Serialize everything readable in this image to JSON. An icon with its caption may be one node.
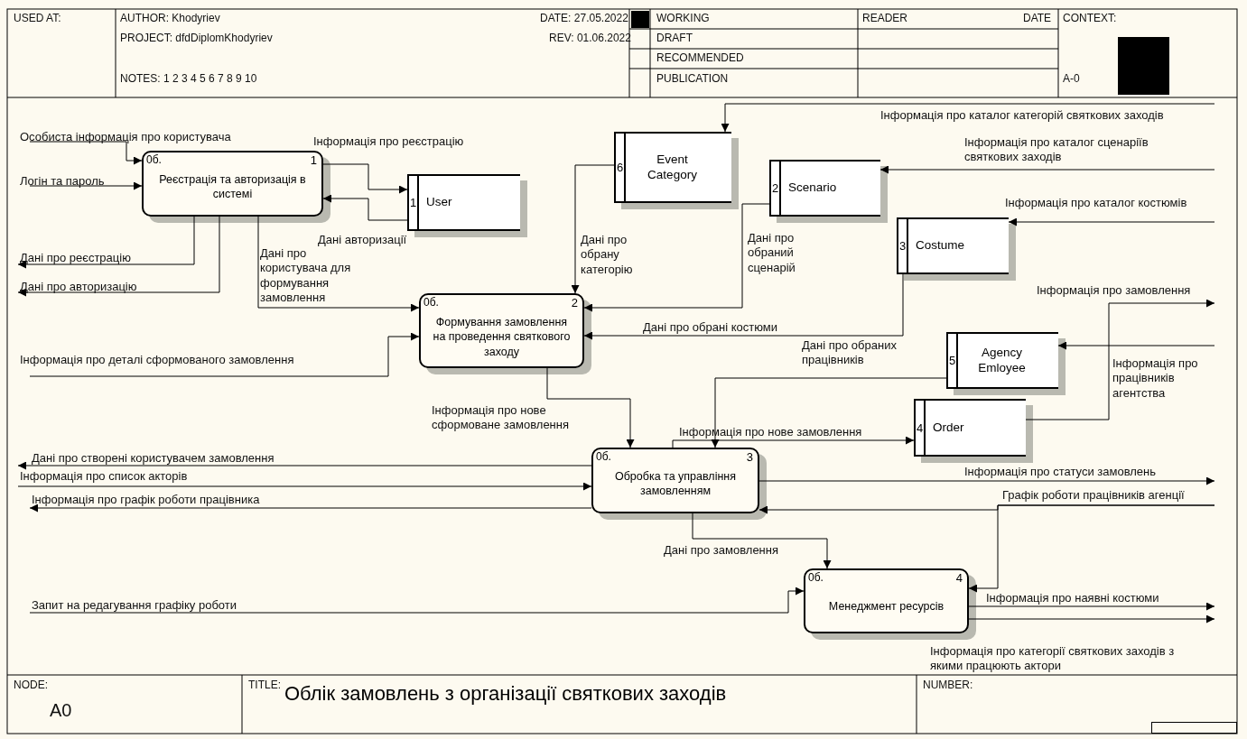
{
  "diagram": {
    "title": "Облік замовлень з організації святкових заходів",
    "nodes": [
      {
        "text": [
          "0б.",
          "1",
          "Реєстрація та авторизація в системі"
        ]
      },
      {
        "text": [
          "1",
          "User"
        ]
      },
      {
        "text": [
          "6",
          "Event Category"
        ]
      },
      {
        "text": [
          "2",
          "Scenario"
        ]
      },
      {
        "text": [
          "3",
          "Costume"
        ]
      },
      {
        "text": [
          "0б.",
          "2",
          "Формування замовлення на проведення святкового заходу"
        ]
      },
      {
        "text": [
          "5",
          "Agency Emloyee"
        ]
      },
      {
        "text": [
          "4",
          "Order"
        ]
      },
      {
        "text": [
          "0б.",
          "3",
          "Обробка та управління замовленням"
        ]
      },
      {
        "text": [
          "0б.",
          "4",
          "Менеджмент ресурсів"
        ]
      }
    ],
    "edges": [
      {
        "from": null,
        "to": 0,
        "arrow": "to",
        "label": "Особиста інформація про користувача"
      },
      {
        "from": null,
        "to": 0,
        "arrow": "to",
        "label": "Логін та пароль"
      },
      {
        "from": 0,
        "to": null,
        "arrow": "to",
        "label": "Дані про реєстрацію"
      },
      {
        "from": 0,
        "to": null,
        "arrow": "to",
        "label": "Дані про авторизацію"
      },
      {
        "from": 0,
        "to": 1,
        "arrow": "to",
        "label": "Інформація про реєстрацію"
      },
      {
        "from": 1,
        "to": 0,
        "arrow": "to",
        "label": "Дані авторизації"
      },
      {
        "from": 0,
        "to": 5,
        "arrow": "to",
        "label": "Дані про користувача для формування замовлення"
      },
      {
        "from": null,
        "to": 2,
        "arrow": "to",
        "label": "Інформація про каталог категорій святкових заходів"
      },
      {
        "from": 2,
        "to": 5,
        "arrow": "to",
        "label": "Дані про обрану категорію"
      },
      {
        "from": null,
        "to": 3,
        "arrow": "to",
        "label": "Інформація про каталог сценаріїв святкових заходів"
      },
      {
        "from": 3,
        "to": 5,
        "arrow": "to",
        "label": "Дані про обраний сценарій"
      },
      {
        "from": null,
        "to": 4,
        "arrow": "to",
        "label": "Інформація про каталог костюмів"
      },
      {
        "from": 4,
        "to": 5,
        "arrow": "to",
        "label": "Дані про обрані костюми"
      },
      {
        "from": 7,
        "to": null,
        "arrow": "to",
        "label": "Інформація про замовлення"
      },
      {
        "from": null,
        "to": 6,
        "arrow": "to",
        "label": "Інформація про працівників агентства"
      },
      {
        "from": null,
        "to": 5,
        "arrow": "to",
        "label": "Інформація про деталі сформованого замовлення"
      },
      {
        "from": 5,
        "to": 8,
        "arrow": "to",
        "label": "Інформація про нове сформоване замовлення"
      },
      {
        "from": 6,
        "to": 8,
        "arrow": "to",
        "label": "Дані про обраних працівників"
      },
      {
        "from": 8,
        "to": 7,
        "arrow": "to",
        "label": "Інформація про нове замовлення"
      },
      {
        "from": 8,
        "to": null,
        "arrow": "to",
        "label": "Дані про створені користувачем замовлення"
      },
      {
        "from": null,
        "to": 8,
        "arrow": "to",
        "label": "Інформація про список акторів"
      },
      {
        "from": 8,
        "to": null,
        "arrow": "to",
        "label": "Інформація про графік роботи працівника"
      },
      {
        "from": 8,
        "to": null,
        "arrow": "to",
        "label": "Інформація про статуси замовлень"
      },
      {
        "from": null,
        "to": 8,
        "arrow": "to",
        "label": "Графік роботи працівників агенції"
      },
      {
        "from": null,
        "to": 9,
        "arrow": "to"
      },
      {
        "from": 8,
        "to": 9,
        "arrow": "to",
        "label": "Дані про замовлення"
      },
      {
        "from": null,
        "to": 9,
        "arrow": "to",
        "label": "Запит на редагування графіку роботи"
      },
      {
        "from": 9,
        "to": null,
        "arrow": "to",
        "label": "Інформація про наявні костюми"
      },
      {
        "from": 9,
        "to": null,
        "arrow": "to",
        "label": "Інформація про категорії святкових заходів з якими працюють актори"
      }
    ],
    "labels": [
      "USED AT:",
      "AUTHOR: Khodyriev",
      "DATE: 27.05.2022",
      "WORKING",
      "READER",
      "DATE",
      "CONTEXT:",
      "PROJECT: dfdDiplomKhodyriev",
      "REV: 01.06.2022",
      "DRAFT",
      "RECOMMENDED",
      "NOTES: 1 2 3 4 5 6 7 8 9 10",
      "PUBLICATION",
      "A-0",
      "NODE:",
      "A0",
      "TITLE:",
      "NUMBER:"
    ]
  }
}
